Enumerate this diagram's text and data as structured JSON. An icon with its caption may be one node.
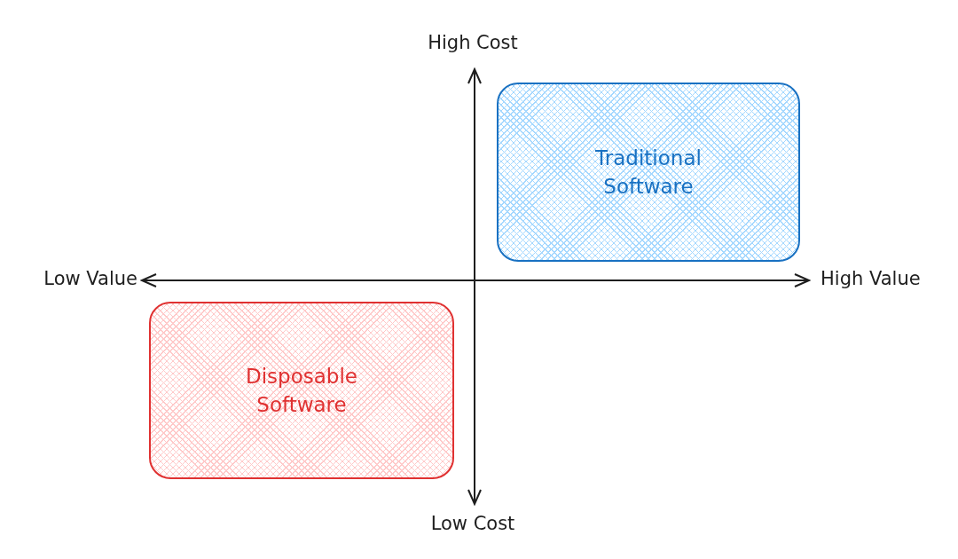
{
  "diagram": {
    "nodes": [
      {
        "text": [
          "Traditional Software"
        ]
      },
      {
        "text": [
          "Disposable Software"
        ]
      }
    ],
    "labels": [
      "High Cost",
      "Low Value",
      "High Value",
      "Low Cost"
    ]
  }
}
